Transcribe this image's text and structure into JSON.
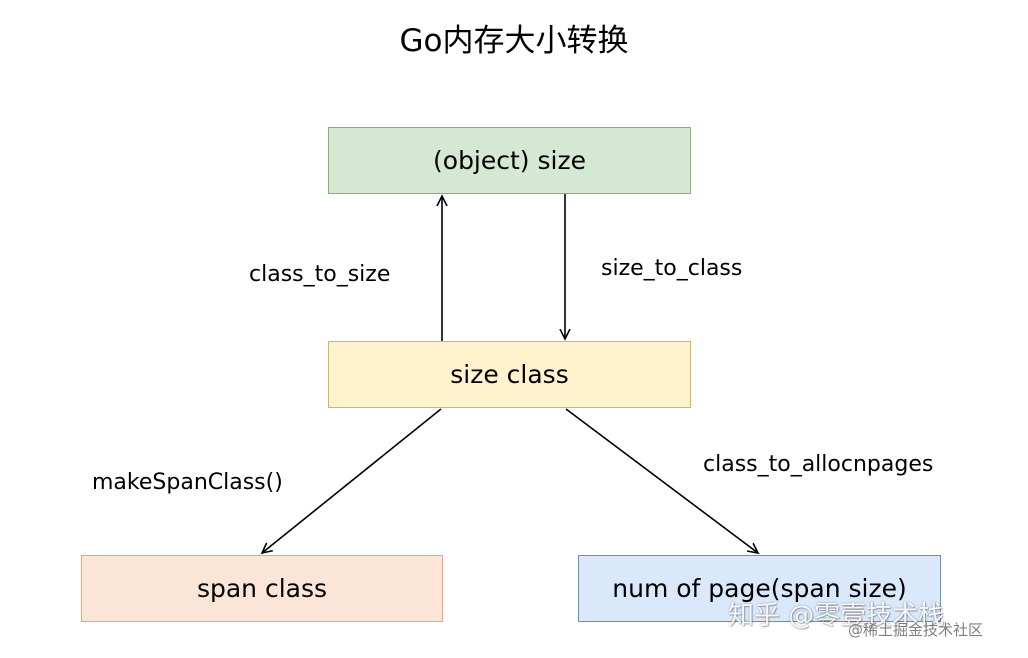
{
  "title": "Go内存大小转换",
  "nodes": {
    "object_size": "(object) size",
    "size_class": "size class",
    "span_class": "span class",
    "num_pages": "num of page(span size)"
  },
  "edges": {
    "class_to_size": "class_to_size",
    "size_to_class": "size_to_class",
    "make_span_class": "makeSpanClass()",
    "class_to_allocnpages": "class_to_allocnpages"
  },
  "watermark": {
    "primary": "知乎 @零壹技术栈",
    "secondary": "@稀土掘金技术社区"
  },
  "colors": {
    "object_fill": "#d5e8d4",
    "object_stroke": "#82b366",
    "sizeclass_fill": "#fff2cc",
    "sizeclass_stroke": "#d6b656",
    "spanclass_fill": "#fae5d6",
    "spanclass_stroke": "#e8a27c",
    "numpage_fill": "#dae8fc",
    "numpage_stroke": "#6c8ebf"
  }
}
